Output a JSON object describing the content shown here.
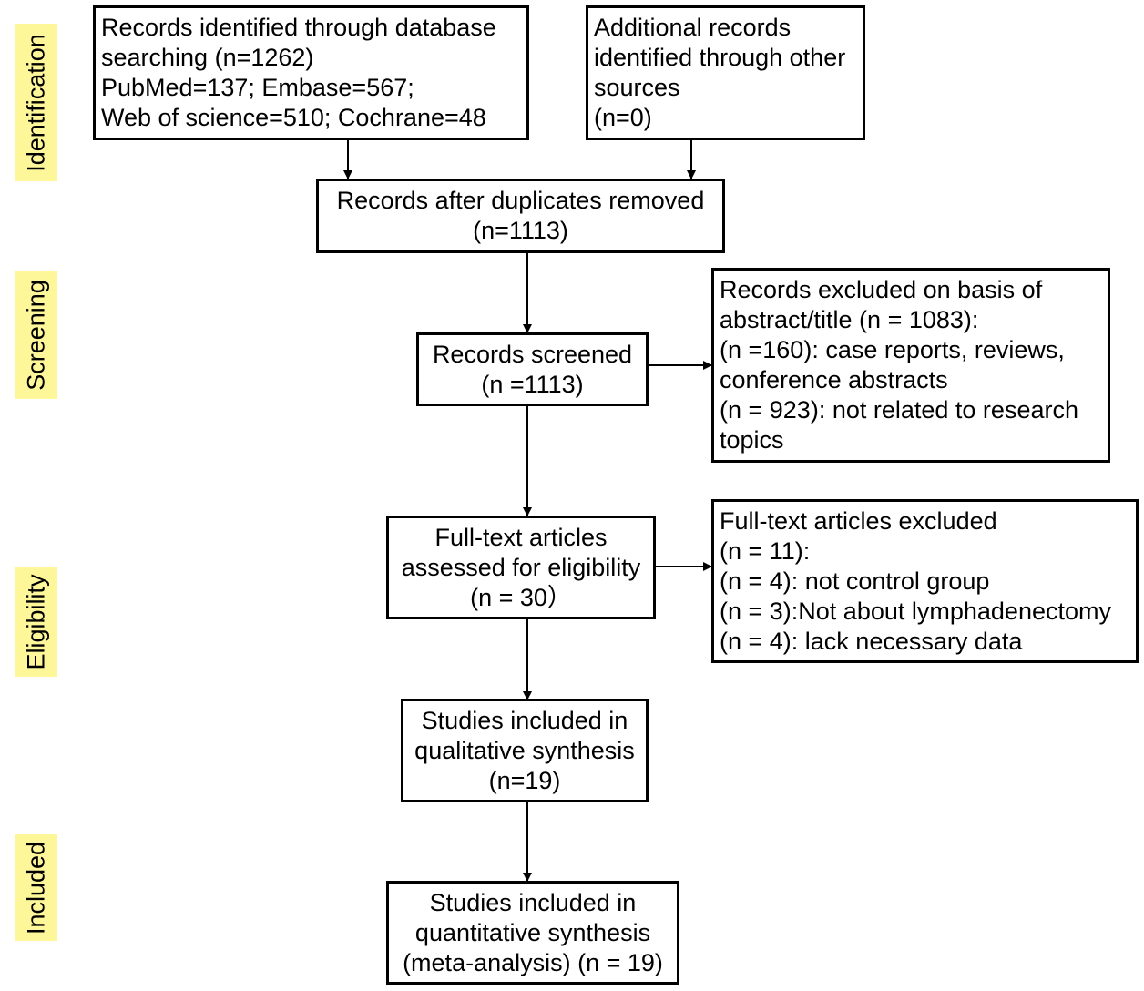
{
  "stages": {
    "identification": "Identification",
    "screening": "Screening",
    "eligibility": "Eligibility",
    "included": "Included"
  },
  "boxes": {
    "database": [
      "Records identified through database",
      "searching (n=1262)",
      "PubMed=137; Embase=567;",
      "Web of science=510; Cochrane=48"
    ],
    "other_sources": [
      "Additional records",
      "identified through other",
      "sources",
      "(n=0)"
    ],
    "duplicates_removed": [
      "Records after duplicates removed",
      "(n=1113)"
    ],
    "screened": [
      "Records screened",
      "(n =1113)"
    ],
    "excluded_abstract": [
      "Records excluded on basis of",
      "abstract/title (n = 1083):",
      "(n =160): case reports, reviews,",
      "conference abstracts",
      "(n = 923): not related to research",
      "topics"
    ],
    "fulltext_assessed": [
      "Full-text articles",
      "assessed for eligibility",
      "(n = 30）"
    ],
    "fulltext_excluded": [
      "Full-text articles excluded",
      "(n = 11):",
      "(n = 4): not control group",
      "(n = 3):Not about lymphadenectomy",
      "(n = 4): lack necessary data"
    ],
    "qualitative": [
      "Studies included in",
      "qualitative synthesis",
      "(n=19)"
    ],
    "quantitative": [
      "Studies included in",
      "quantitative synthesis",
      "(meta-analysis) (n = 19)"
    ]
  }
}
